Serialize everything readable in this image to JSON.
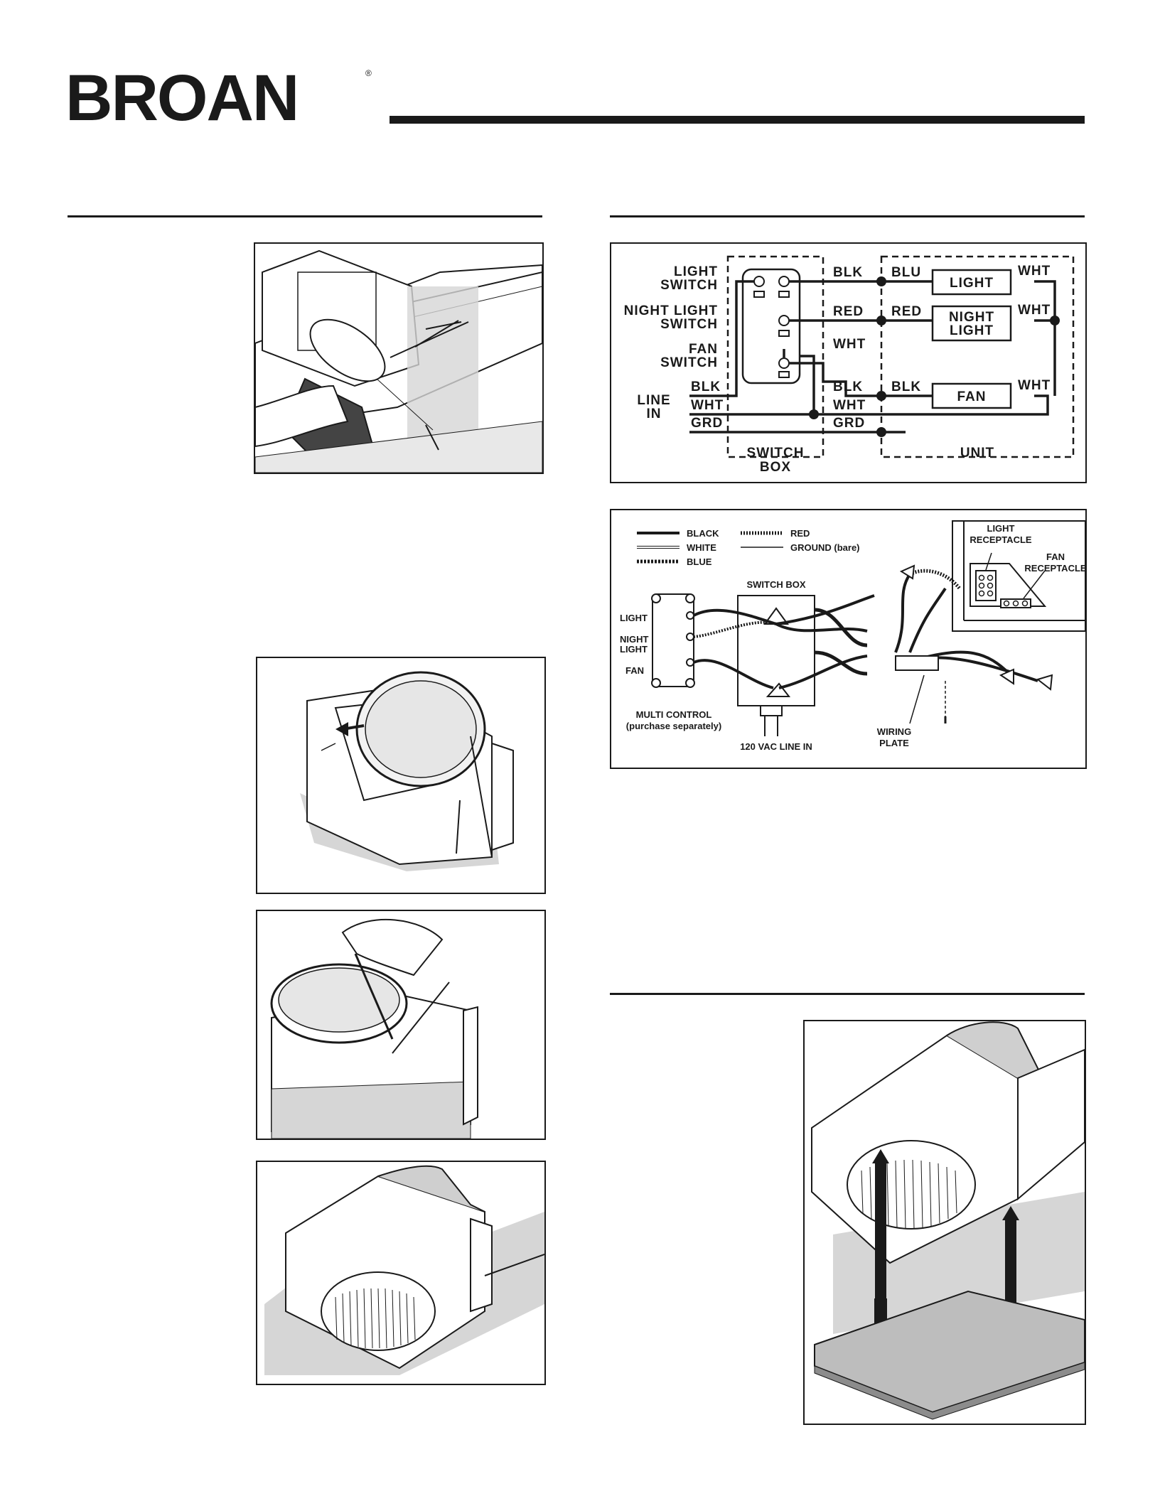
{
  "brand": {
    "name": "BROAN",
    "registered": "®"
  },
  "schematic": {
    "left_labels": {
      "light_switch": [
        "LIGHT",
        "SWITCH"
      ],
      "night_light_switch": [
        "NIGHT LIGHT",
        "SWITCH"
      ],
      "fan_switch": [
        "FAN",
        "SWITCH"
      ],
      "line_in": [
        "LINE",
        "IN"
      ]
    },
    "line_in_wires": [
      "BLK",
      "WHT",
      "GRD"
    ],
    "mid_wires": [
      "BLK",
      "RED",
      "WHT",
      "BLK",
      "WHT",
      "GRD"
    ],
    "unit_wires": [
      "BLU",
      "RED",
      "BLK"
    ],
    "out_wires": [
      "WHT",
      "WHT",
      "WHT"
    ],
    "components": [
      "LIGHT",
      "NIGHT",
      "LIGHT",
      "FAN"
    ],
    "box_labels": {
      "switch_box": [
        "SWITCH",
        "BOX"
      ],
      "unit": "UNIT"
    }
  },
  "pictorial": {
    "legend": {
      "black": "BLACK",
      "white": "WHITE",
      "blue": "BLUE",
      "red": "RED",
      "ground": "GROUND (bare)"
    },
    "switch_box": "SWITCH BOX",
    "control_labels": {
      "light": "LIGHT",
      "night": "NIGHT",
      "night_light": "LIGHT",
      "fan": "FAN"
    },
    "multi_control": [
      "MULTI CONTROL",
      "(purchase separately)"
    ],
    "line_in": "120 VAC LINE IN",
    "wiring_plate": [
      "WIRING",
      "PLATE"
    ],
    "light_receptacle": [
      "LIGHT",
      "RECEPTACLE"
    ],
    "fan_receptacle": [
      "FAN",
      "RECEPTACLE"
    ]
  },
  "colors": {
    "ink": "#1a1a1a",
    "shade": "#d6d6d6",
    "paper": "#ffffff"
  }
}
